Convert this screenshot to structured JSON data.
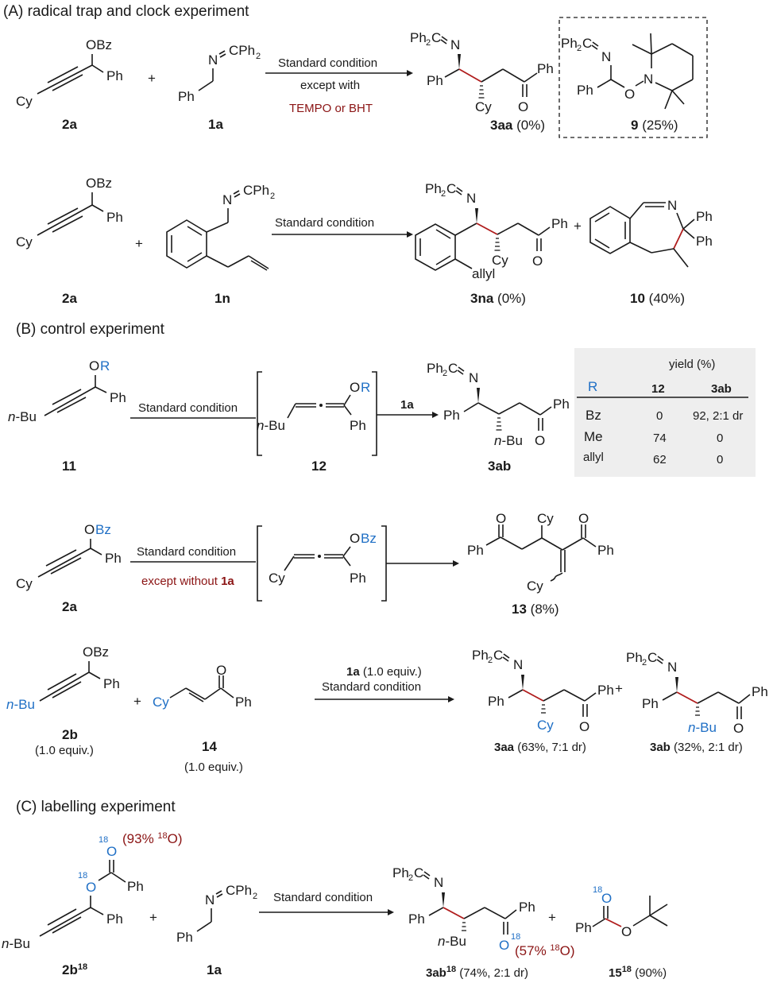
{
  "sections": {
    "A": {
      "title": "(A) radical  trap  and clock experiment"
    },
    "B": {
      "title": "(B) control experiment"
    },
    "C": {
      "title": "(C) labelling experiment"
    }
  },
  "labels": {
    "OBz": "OBz",
    "Ph": "Ph",
    "Cy": "Cy",
    "Ph2C_eq": "Ph",
    "CPh": "CPh",
    "two": "2",
    "N": "N",
    "O": "O",
    "R": "R",
    "OR_O": "O",
    "nBu_n": "n",
    "nBu_rest": "-Bu",
    "allyl": "allyl",
    "plus": "+",
    "eq_C": "C",
    "iso18": "18"
  },
  "schemeA1": {
    "reactant1": "2a",
    "reactant2": "1a",
    "arrow_top": "Standard condition",
    "arrow_mid": "except with",
    "arrow_bottom": "TEMPO or BHT",
    "product1_id": "3aa",
    "product1_yield": "(0%)",
    "product2_id": "9",
    "product2_yield": "(25%)"
  },
  "schemeA2": {
    "reactant1": "2a",
    "reactant2": "1n",
    "arrow_top": "Standard condition",
    "product1_id": "3na",
    "product1_yield": "(0%)",
    "product2_id": "10",
    "product2_yield": "(40%)"
  },
  "schemeB1": {
    "reactant": "11",
    "arrow_top": "Standard condition",
    "intermediate": "12",
    "reagent": "1a",
    "product": "3ab",
    "table": {
      "header_group": "yield (%)",
      "columns": [
        "R",
        "12",
        "3ab"
      ],
      "rows": [
        [
          "Bz",
          "0",
          "92, 2:1 dr"
        ],
        [
          "Me",
          "74",
          "0"
        ],
        [
          "allyl",
          "62",
          "0"
        ]
      ]
    }
  },
  "schemeB2": {
    "reactant": "2a",
    "arrow_top": "Standard condition",
    "arrow_bottom_prefix": "except without ",
    "arrow_bottom_bold": "1a",
    "product_id": "13",
    "product_yield": "(8%)"
  },
  "schemeB3": {
    "reactant1": "2b",
    "reactant1_equiv": "(1.0 equiv.)",
    "reactant2": "14",
    "reactant2_equiv": "(1.0 equiv.)",
    "arrow_top_bold": "1a",
    "arrow_top_rest": " (1.0 equiv.)",
    "arrow_bottom": "Standard condition",
    "product1_id": "3aa",
    "product1_yield": "(63%, 7:1 dr)",
    "product2_id": "3ab",
    "product2_yield": "(32%, 2:1 dr)"
  },
  "schemeC": {
    "reactant1": "2b",
    "reactant1_sup": "18",
    "reactant1_label": "(93% ",
    "reactant1_label_sup": "18",
    "reactant1_label_end": "O)",
    "reactant2": "1a",
    "arrow_top": "Standard condition",
    "product1_id": "3ab",
    "product1_sup": "18",
    "product1_yield": "(74%, 2:1 dr)",
    "product1_label": "(57% ",
    "product1_label_sup": "18",
    "product1_label_end": "O)",
    "product2_id": "15",
    "product2_sup": "18",
    "product2_yield": "(90%)"
  },
  "colors": {
    "accent_blue": "#1f6fc5",
    "accent_red": "#8b1414",
    "bond_red": "#b01c1c",
    "table_bg": "#eeeeee"
  }
}
